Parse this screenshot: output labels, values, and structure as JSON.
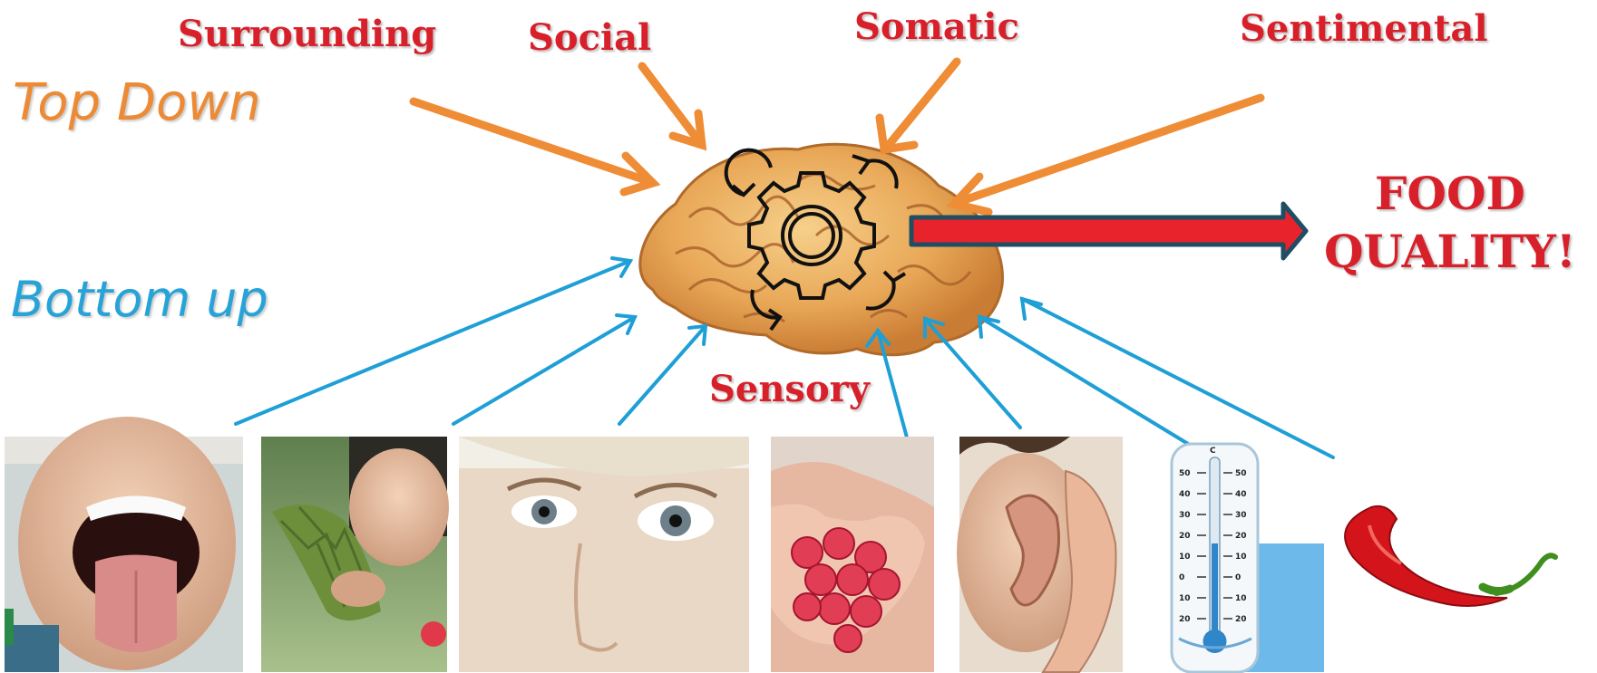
{
  "labels": {
    "top_down": "Top Down",
    "bottom_up": "Bottom up",
    "surrounding": "Surrounding",
    "social": "Social",
    "somatic": "Somatic",
    "sentimental": "Sentimental",
    "sensory": "Sensory",
    "food_quality_line1": "FOOD",
    "food_quality_line2": "QUALITY!"
  },
  "thermometer": {
    "unit": "C",
    "left_scale": [
      "50",
      "40",
      "30",
      "20",
      "10",
      "0",
      "10",
      "20"
    ],
    "right_scale": [
      "50",
      "40",
      "30",
      "20",
      "10",
      "0",
      "10",
      "20"
    ]
  },
  "colors": {
    "top_down_arrows": "#ef8c36",
    "bottom_up_arrows": "#1e9fd6",
    "output_arrow_fill": "#e8232b",
    "output_arrow_stroke": "#1d4e63",
    "label_red": "#d8202a"
  },
  "icons": {
    "brain": "brain-icon",
    "process": "gear-with-rotating-arrows-icon"
  },
  "senses": [
    "taste",
    "smell",
    "sight",
    "touch",
    "hearing",
    "temperature",
    "pungency"
  ]
}
